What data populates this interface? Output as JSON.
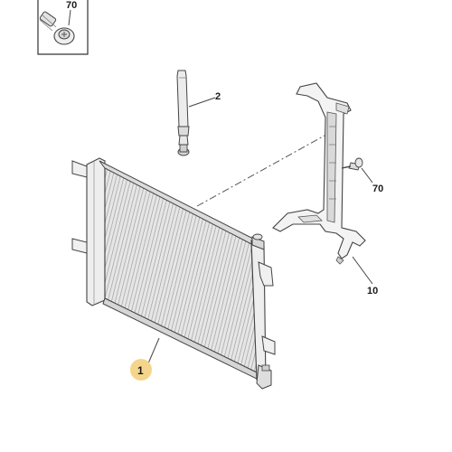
{
  "callouts": {
    "screw_inset": "70",
    "drier": "2",
    "screw": "70",
    "bracket": "10",
    "condenser": "1"
  },
  "colors": {
    "line": "#444444",
    "highlight_marker": "#f5d58b",
    "part_fill": "#f2f2f2",
    "part_shade": "#cfcfcf"
  }
}
